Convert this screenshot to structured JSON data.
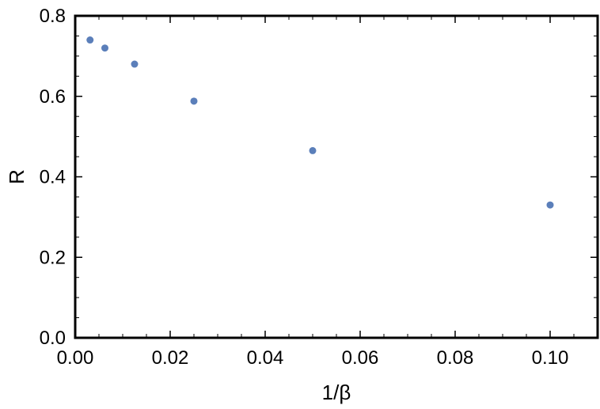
{
  "chart_data": {
    "type": "scatter",
    "xlabel": "1/β",
    "ylabel": "R",
    "xlim": [
      0,
      0.11
    ],
    "ylim": [
      0,
      0.8
    ],
    "x_ticks": [
      "0.00",
      "0.02",
      "0.04",
      "0.06",
      "0.08",
      "0.10"
    ],
    "y_ticks": [
      "0.0",
      "0.2",
      "0.4",
      "0.6",
      "0.8"
    ],
    "grid": false,
    "marker_color": "#5b7fba",
    "series": [
      {
        "points": [
          {
            "x": 0.003125,
            "y": 0.74
          },
          {
            "x": 0.00625,
            "y": 0.72
          },
          {
            "x": 0.0125,
            "y": 0.68
          },
          {
            "x": 0.025,
            "y": 0.588
          },
          {
            "x": 0.05,
            "y": 0.465
          },
          {
            "x": 0.1,
            "y": 0.33
          }
        ]
      }
    ]
  }
}
